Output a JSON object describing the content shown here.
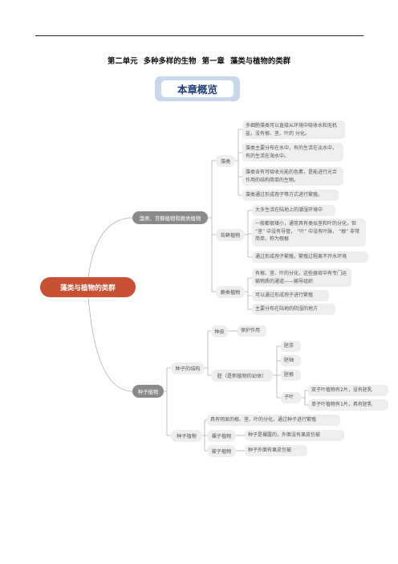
{
  "header": {
    "unit": "第二单元",
    "subject": "多种多样的生物",
    "chapter": "第一章",
    "chapter_title": "藻类与植物的类群"
  },
  "banner": "本章概览",
  "mindmap": {
    "root": "藻类与植物的类群",
    "branch1": {
      "label": "藻类、苔藓植物和蕨类植物",
      "algae": {
        "label": "藻类",
        "items": [
          "多细胞藻类可以直接从环境中吸收水和无机盐，没有根、茎、叶的 分化。",
          "藻类主要分布在水中，有的生活在淡水中，有的生活在海水中。",
          "藻类含有可吸收光能的色素，是能进行光合作用的结构简单的生物。",
          "藻类通过形成孢子等方式进行繁殖。"
        ]
      },
      "moss": {
        "label": "苔藓植物",
        "items": [
          "大多生活在陆地上的潮湿环境中",
          "一般都很矮小，通常具有类似茎和叶的分化，但 “茎” 中没有导管， “叶” 中没有叶脉， “根” 非常简单，称为假根",
          "通过形成孢子繁殖，繁殖过程离不开水环境"
        ]
      },
      "fern": {
        "label": "蕨类植物",
        "items": [
          "有根、茎、叶的分化，这些器官中有专门运输物质的通道——输导组织",
          "可以通过形成孢子进行繁殖",
          "主要分布在陆地的阴湿的地方"
        ]
      }
    },
    "branch2": {
      "label": "种子植物",
      "structure": {
        "label": "种子的结构",
        "seed_coat": "种皮",
        "seed_coat_role": "保护作用",
        "embryo": "胚（是新植物的幼体）",
        "embryo_parts": [
          "胚芽",
          "胚轴",
          "胚根"
        ],
        "cotyledon": "子叶",
        "cotyledon_items": [
          "双子叶植物有2片，没有胚乳",
          "单子叶植物有1片，具有胚乳"
        ]
      },
      "plants": {
        "label": "种子植物",
        "intro": "具有明显的根、茎、叶的分化，通过种子进行繁殖",
        "gymno": "裸子植物",
        "gymno_desc": "种子是裸露的，外面没有果皮包被",
        "angio": "被子植物",
        "angio_desc": "种子外面有果皮包被"
      }
    }
  },
  "colors": {
    "root": "#c85134",
    "level1": "#8a8a8a",
    "node": "#eeeeee",
    "line": "#b0b0b0",
    "banner": "#c7d8ec",
    "banner_text": "#1f3f7a"
  }
}
